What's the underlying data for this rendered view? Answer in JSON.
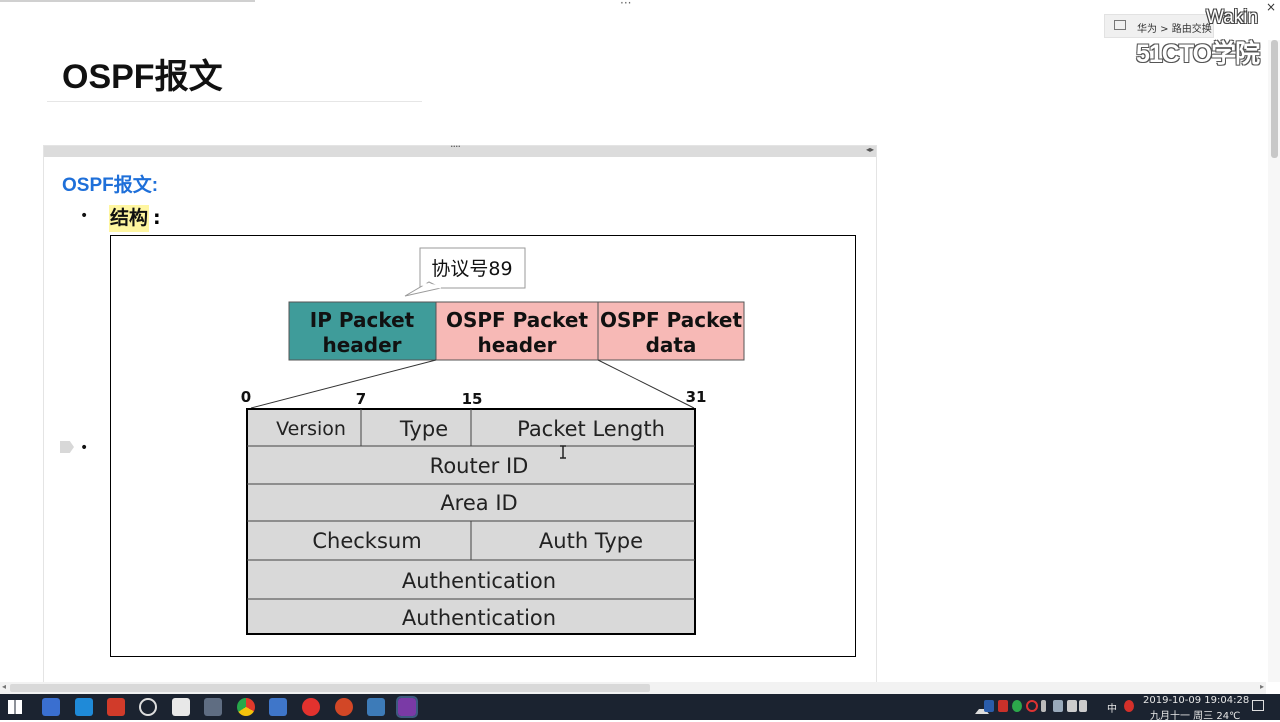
{
  "window": {
    "top_dots": "···",
    "close_glyph": "×"
  },
  "breadcrumb": {
    "text": "华为 > 路由交换"
  },
  "watermark": {
    "user": "Wakin",
    "brand": "51CTO学院"
  },
  "page": {
    "title": "OSPF报文"
  },
  "note": {
    "grip": "····",
    "arrows": "◂▸",
    "heading": "OSPF报文:",
    "bullet": "•",
    "structure_label": "结构",
    "structure_colon": ":",
    "figure": {
      "callout": "协议号89",
      "packet": [
        {
          "line1": "IP Packet",
          "line2": "header",
          "color": "#3f9c9a"
        },
        {
          "line1": "OSPF Packet",
          "line2": "header",
          "color": "#f7b9b6"
        },
        {
          "line1": "OSPF Packet",
          "line2": "data",
          "color": "#f7b9b6"
        }
      ],
      "bit_labels": [
        "0",
        "7",
        "15",
        "31"
      ],
      "header_fields": {
        "row1": [
          "Version",
          "Type",
          "Packet Length"
        ],
        "router_id": "Router ID",
        "area_id": "Area ID",
        "row4": [
          "Checksum",
          "Auth Type"
        ],
        "auth1": "Authentication",
        "auth2": "Authentication"
      },
      "field_color": "#d9d9d9"
    }
  },
  "taskbar": {
    "clock_date": "2019-10-09 19:04:28",
    "clock_day": "九月十一 周三 24℃",
    "ime": "中",
    "apps": [
      "start-icon",
      "search-icon",
      "task-view-icon",
      "app-red-icon",
      "app-target-icon",
      "notes-icon",
      "mail-icon",
      "chrome-icon",
      "save-icon",
      "huawei-icon",
      "powerpoint-icon",
      "app-python-icon",
      "onenote-icon"
    ]
  }
}
